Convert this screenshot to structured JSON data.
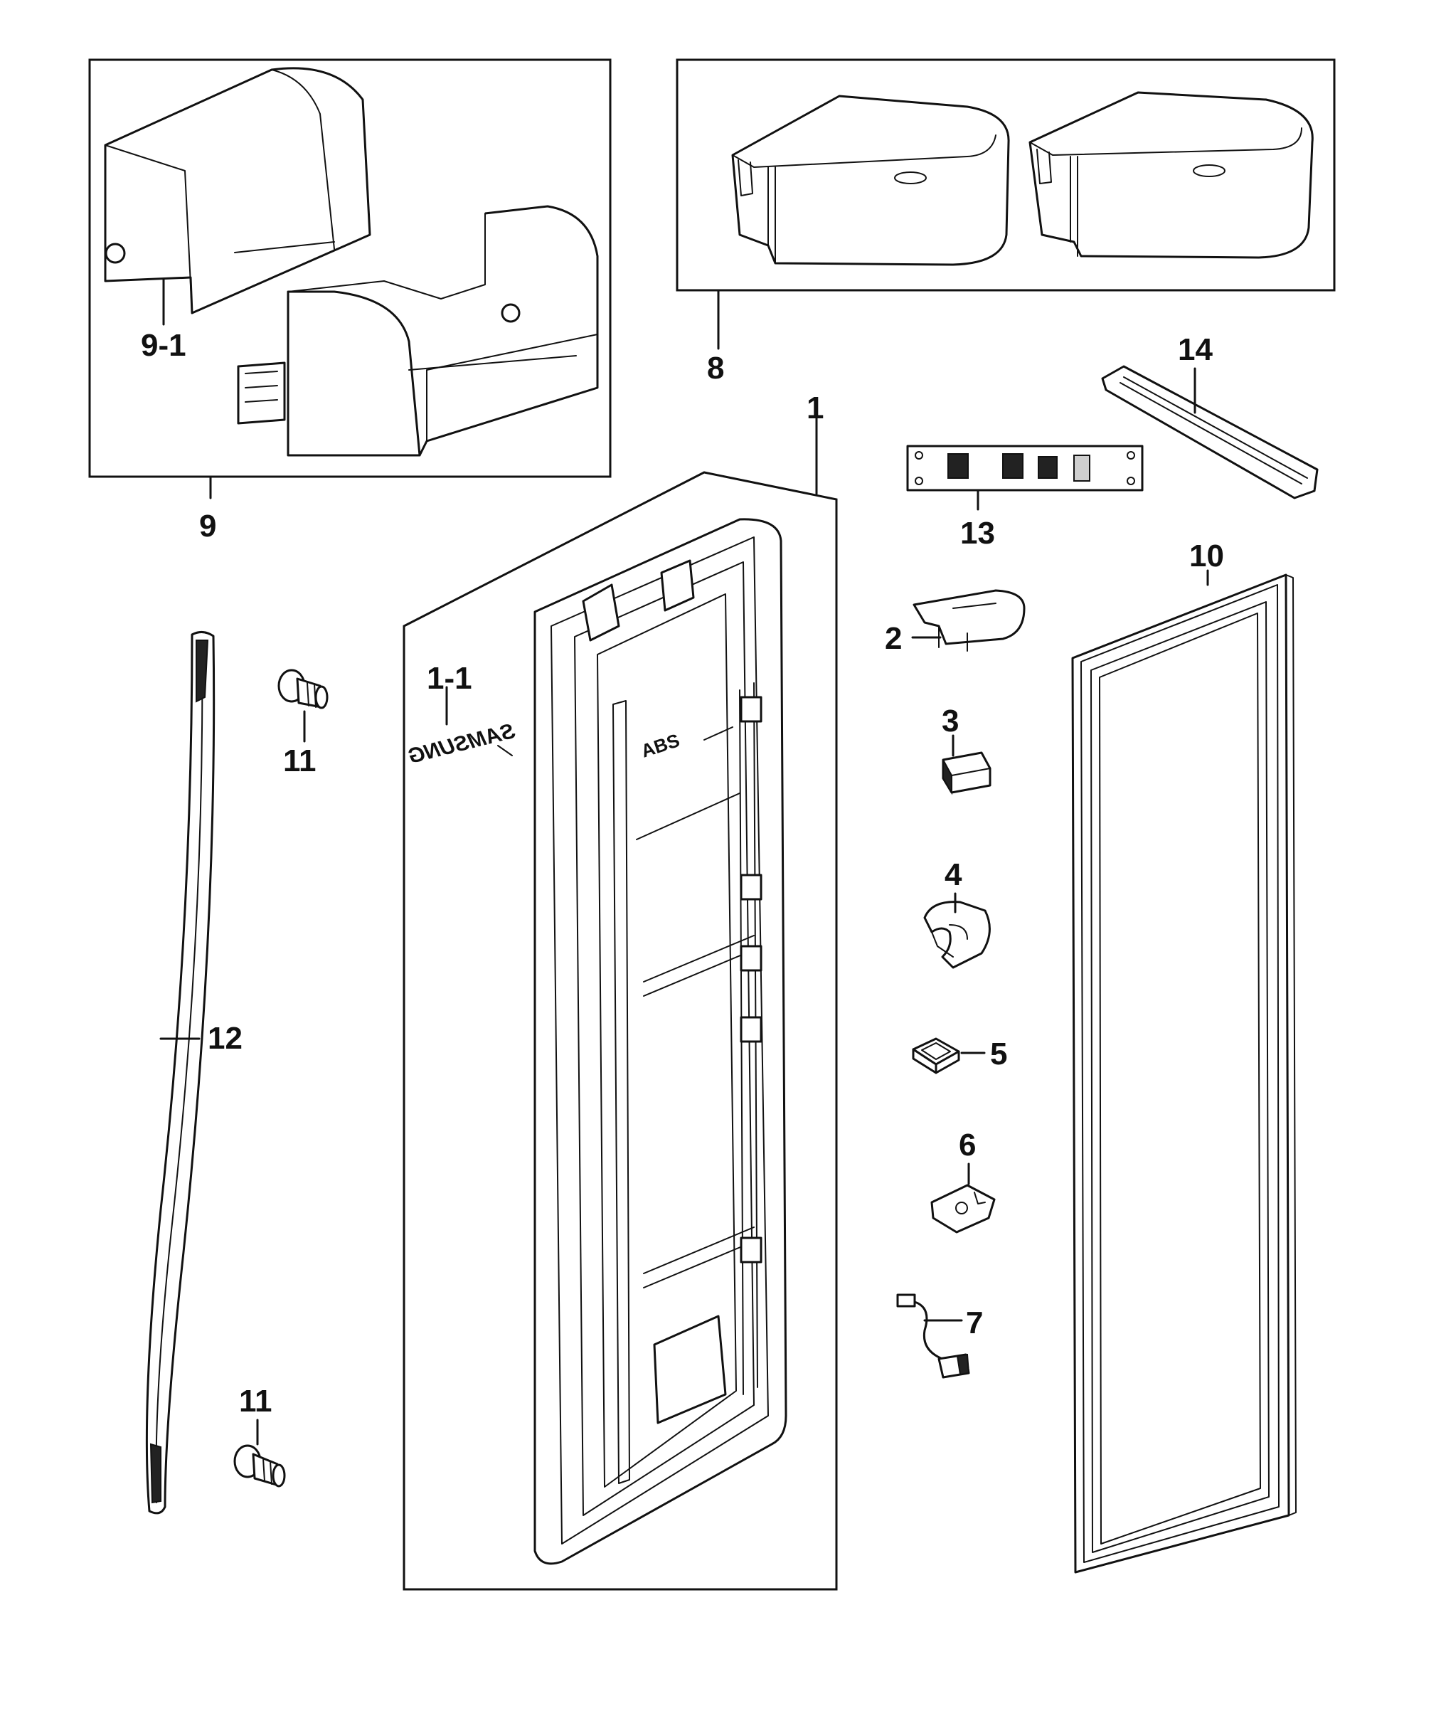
{
  "callouts": {
    "c1": "1",
    "c1_1": "1-1",
    "c2": "2",
    "c3": "3",
    "c4": "4",
    "c5": "5",
    "c6": "6",
    "c7": "7",
    "c8": "8",
    "c9": "9",
    "c9_1": "9-1",
    "c10": "10",
    "c11_top": "11",
    "c11_bottom": "11",
    "c12": "12",
    "c13": "13",
    "c14": "14"
  },
  "artwork": {
    "door_logo_mirrored": "SAMSUNG",
    "door_material_mark": "ABS"
  }
}
